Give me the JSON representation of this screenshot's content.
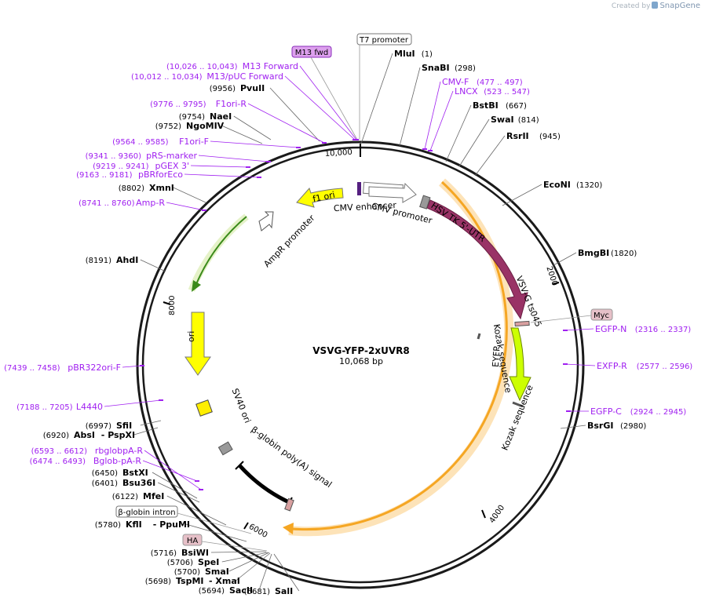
{
  "watermark": {
    "prefix": "Created by",
    "brand": "SnapGene"
  },
  "plasmid": {
    "name": "VSVG-YFP-2xUVR8",
    "length": "10,068 bp"
  },
  "ruler_ticks": [
    "10,000",
    "2000",
    "4000",
    "6000",
    "8000"
  ],
  "features": [
    {
      "id": "f1-ori",
      "label": "f1 ori",
      "color": "#ffff00"
    },
    {
      "id": "cmv-enhancer",
      "label": "CMV enhancer",
      "color": "#ffffff"
    },
    {
      "id": "cmv-promoter",
      "label": "CMV promoter",
      "color": "#ffffff"
    },
    {
      "id": "hsv-tk-utr",
      "label": "HSV TK 5'-UTR",
      "color": "#999999"
    },
    {
      "id": "vsvg",
      "label": "VSV-G ts045",
      "color": "#993366"
    },
    {
      "id": "kozak-1",
      "label": "Kozak sequence",
      "color": "#555555"
    },
    {
      "id": "eyfp",
      "label": "EYFP",
      "color": "#ccff00"
    },
    {
      "id": "kozak-2",
      "label": "Kozak sequence",
      "color": "#555555"
    },
    {
      "id": "bglobin-polya",
      "label": "β-globin poly(A) signal",
      "color": "#000000"
    },
    {
      "id": "sv40-ori",
      "label": "SV40 ori",
      "color": "#ffee00"
    },
    {
      "id": "ori",
      "label": "ori",
      "color": "#ffff00"
    },
    {
      "id": "ampr-promoter",
      "label": "AmpR promoter",
      "color": "#ffffff"
    },
    {
      "id": "ampr",
      "label": "",
      "color": "#99cc33"
    },
    {
      "id": "uvr8",
      "label": "",
      "color": "#f5a623"
    }
  ],
  "boxed_labels": [
    {
      "id": "t7-promoter",
      "text": "T7 promoter"
    },
    {
      "id": "m13-fwd",
      "text": "M13 fwd"
    },
    {
      "id": "myc",
      "text": "Myc"
    },
    {
      "id": "ha",
      "text": "HA"
    },
    {
      "id": "bglobin-intron",
      "text": "β-globin intron"
    }
  ],
  "enzymes": [
    {
      "name": "MluI",
      "pos": "(1)"
    },
    {
      "name": "SnaBI",
      "pos": "(298)"
    },
    {
      "name": "BstBI",
      "pos": "(667)"
    },
    {
      "name": "SwaI",
      "pos": "(814)"
    },
    {
      "name": "RsrII",
      "pos": "(945)"
    },
    {
      "name": "EcoNI",
      "pos": "(1320)"
    },
    {
      "name": "BmgBI",
      "pos": "(1820)"
    },
    {
      "name": "BsrGI",
      "pos": "(2980)"
    },
    {
      "name": "SalI",
      "pos": "(5681)"
    },
    {
      "name": "SacII",
      "pos": "(5694)"
    },
    {
      "name": "TspMI",
      "name2": "XmaI",
      "pos": "(5698)"
    },
    {
      "name": "SmaI",
      "pos": "(5700)"
    },
    {
      "name": "SpeI",
      "pos": "(5706)"
    },
    {
      "name": "BsiWI",
      "pos": "(5716)"
    },
    {
      "name": "KflI",
      "name2": "PpuMI",
      "pos": "(5780)"
    },
    {
      "name": "MfeI",
      "pos": "(6122)"
    },
    {
      "name": "Bsu36I",
      "pos": "(6401)"
    },
    {
      "name": "BstXI",
      "pos": "(6450)"
    },
    {
      "name": "AbsI",
      "name2": "PspXI",
      "pos": "(6920)"
    },
    {
      "name": "SfiI",
      "pos": "(6997)"
    },
    {
      "name": "AhdI",
      "pos": "(8191)"
    },
    {
      "name": "XmnI",
      "pos": "(8802)"
    },
    {
      "name": "NgoMIV",
      "pos": "(9752)"
    },
    {
      "name": "NaeI",
      "pos": "(9754)"
    },
    {
      "name": "PvuII",
      "pos": "(9956)"
    }
  ],
  "primers": [
    {
      "name": "M13 Forward",
      "pos": "(10,026 .. 10,043)"
    },
    {
      "name": "M13/pUC Forward",
      "pos": "(10,012 .. 10,034)"
    },
    {
      "name": "F1ori-R",
      "pos": "(9776 .. 9795)"
    },
    {
      "name": "F1ori-F",
      "pos": "(9564 .. 9585)"
    },
    {
      "name": "pRS-marker",
      "pos": "(9341 .. 9360)"
    },
    {
      "name": "pGEX 3'",
      "pos": "(9219 .. 9241)"
    },
    {
      "name": "pBRforEco",
      "pos": "(9163 .. 9181)"
    },
    {
      "name": "Amp-R",
      "pos": "(8741 .. 8760)"
    },
    {
      "name": "pBR322ori-F",
      "pos": "(7439 .. 7458)"
    },
    {
      "name": "L4440",
      "pos": "(7188 .. 7205)"
    },
    {
      "name": "rbglobpA-R",
      "pos": "(6593 .. 6612)"
    },
    {
      "name": "Bglob-pA-R",
      "pos": "(6474 .. 6493)"
    },
    {
      "name": "CMV-F",
      "pos": "(477 .. 497)"
    },
    {
      "name": "LNCX",
      "pos": "(523 .. 547)"
    },
    {
      "name": "EGFP-N",
      "pos": "(2316 .. 2337)"
    },
    {
      "name": "EXFP-R",
      "pos": "(2577 .. 2596)"
    },
    {
      "name": "EGFP-C",
      "pos": "(2924 .. 2945)"
    }
  ],
  "colors": {
    "enzyme": "#000000",
    "primer": "#a020f0",
    "ring": "#1a1a1a",
    "leader": "#666666"
  }
}
